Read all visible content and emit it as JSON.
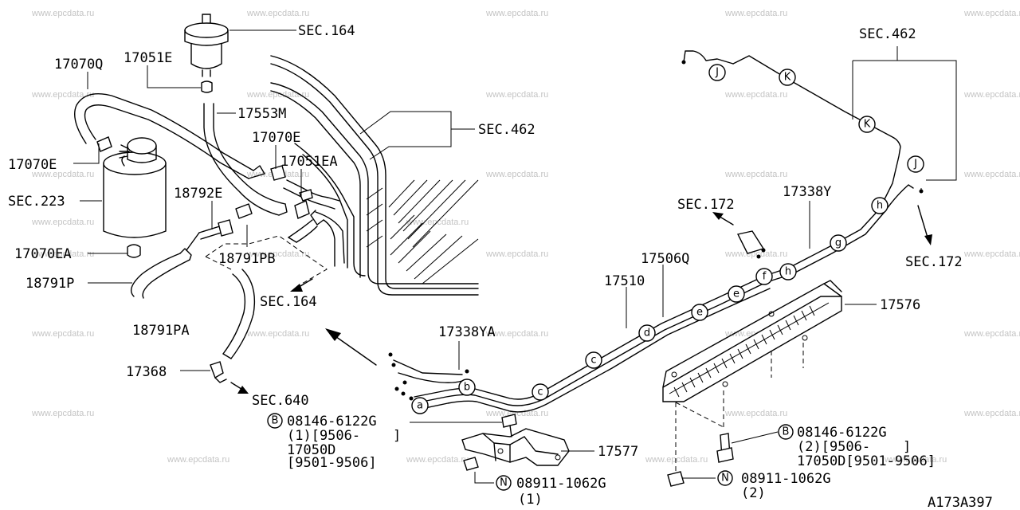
{
  "watermark": "www.epcdata.ru",
  "diagram_id": "A173A397",
  "labels": {
    "sec164_top": "SEC.164",
    "p17051E": "17051E",
    "p17070Q": "17070Q",
    "p17553M": "17553M",
    "sec462_mid": "SEC.462",
    "p17070E_right": "17070E",
    "p17051EA": "17051EA",
    "p17070E_left": "17070E",
    "sec223": "SEC.223",
    "p18792E": "18792E",
    "p17070EA": "17070EA",
    "p18791PB": "18791PB",
    "p18791P": "18791P",
    "sec164_mid": "SEC.164",
    "p18791PA": "18791PA",
    "p17368": "17368",
    "sec640": "SEC.640",
    "sec462_right": "SEC.462",
    "sec172_left": "SEC.172",
    "p17338Y": "17338Y",
    "sec172_right": "SEC.172",
    "p17506Q": "17506Q",
    "p17510": "17510",
    "p17576": "17576",
    "p17338YA": "17338YA",
    "p17577": "17577",
    "bolt_left_no": "08146-6122G",
    "bolt_left_qty": "(1)[9506-    ]",
    "bolt_left_alt": "17050D",
    "bolt_left_alt_range": "[9501-9506]",
    "nut_left_no": "08911-1062G",
    "nut_left_qty": "(1)",
    "bolt_right_no": "08146-6122G",
    "bolt_right_qty": "(2)[9506-    ]",
    "bolt_right_alt": "17050D[9501-9506]",
    "nut_right_no": "08911-1062G",
    "nut_right_qty": "(2)",
    "marker_B": "B",
    "marker_N": "N"
  },
  "clip_letters": {
    "a": "a",
    "b": "b",
    "c1": "c",
    "c2": "c",
    "d": "d",
    "e1": "e",
    "e2": "e",
    "f": "f",
    "h1": "h",
    "g": "g",
    "h2": "h",
    "j1": "J",
    "j2": "J",
    "k1": "K",
    "k2": "K"
  }
}
